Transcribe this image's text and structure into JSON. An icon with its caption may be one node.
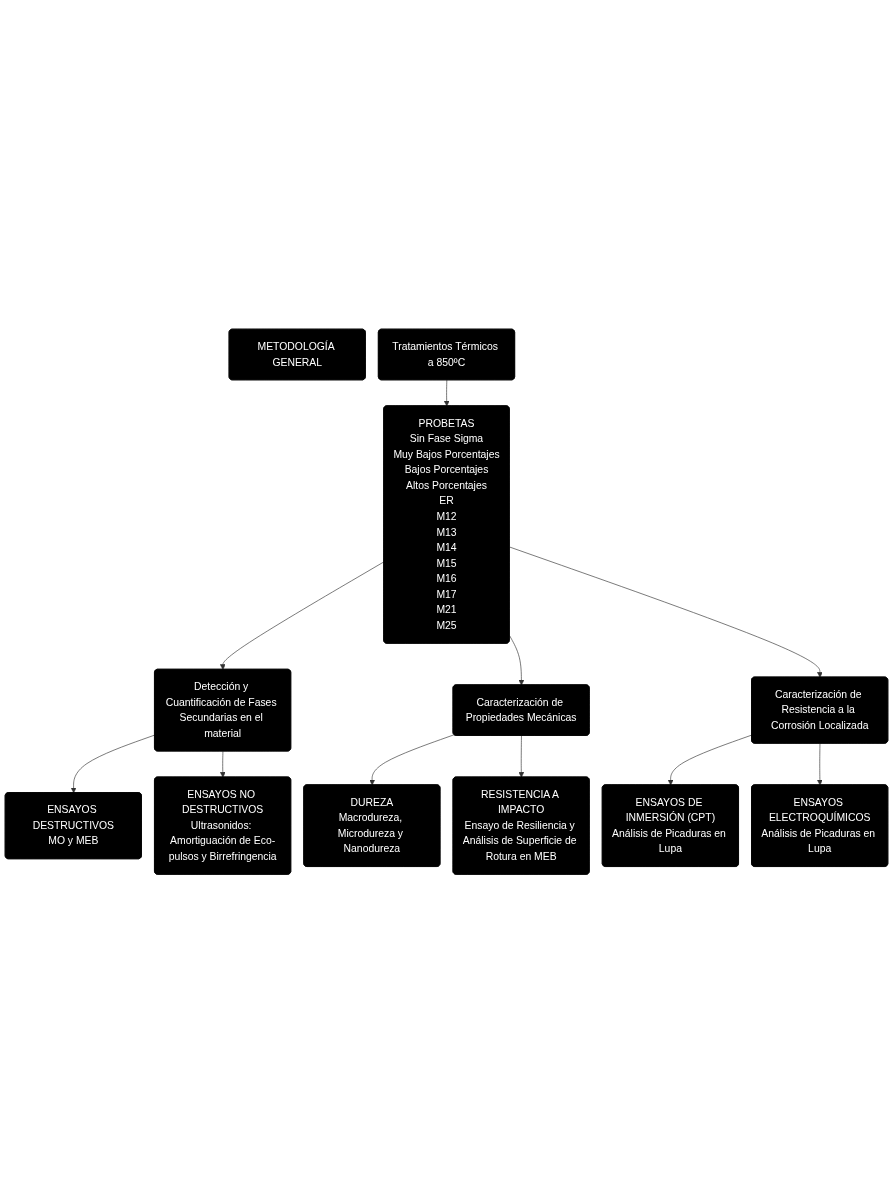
{
  "diagram": {
    "nodes": [
      {
        "text": [
          "METODOLOGÍA GENERAL"
        ]
      },
      {
        "text": [
          "Tratamientos Térmicos a 850ºC"
        ]
      },
      {
        "text": [
          "PROBETAS",
          "Sin Fase Sigma",
          "Muy Bajos Porcentajes",
          "Bajos Porcentajes",
          "Altos Porcentajes",
          "ER",
          "M12",
          "M13",
          "M14",
          "M15",
          "M16",
          "M17",
          "M21",
          "M25"
        ]
      },
      {
        "text": [
          "Detección y Cuantificación de Fases Secundarias en el material"
        ]
      },
      {
        "text": [
          "Caracterización de Propiedades Mecánicas"
        ]
      },
      {
        "text": [
          "Caracterización de Resistencia a la Corrosión Localizada"
        ]
      },
      {
        "text": [
          "ENSAYOS DESTRUCTIVOS",
          "MO y MEB"
        ]
      },
      {
        "text": [
          "ENSAYOS NO DESTRUCTIVOS",
          "Ultrasonidos: Amortiguación de Eco-pulsos y Birrefringencia"
        ]
      },
      {
        "text": [
          "DUREZA",
          "Macrodureza, Microdureza y Nanodureza"
        ]
      },
      {
        "text": [
          "RESISTENCIA A IMPACTO",
          "Ensayo de Resiliencia y Análisis de Superficie de Rotura en MEB"
        ]
      },
      {
        "text": [
          "ENSAYOS DE INMERSIÓN (CPT)",
          "Análisis de Picaduras en Lupa"
        ]
      },
      {
        "text": [
          "ENSAYOS ELECTROQUÍMICOS",
          "Análisis de Picaduras en Lupa"
        ]
      }
    ],
    "edges": [
      {
        "from": 1,
        "to": 2,
        "arrow": "to"
      },
      {
        "from": 2,
        "to": 3,
        "arrow": "to"
      },
      {
        "from": 2,
        "to": 4,
        "arrow": "to"
      },
      {
        "from": 2,
        "to": 5,
        "arrow": "to"
      },
      {
        "from": 3,
        "to": 6,
        "arrow": "to"
      },
      {
        "from": 3,
        "to": 7,
        "arrow": "to"
      },
      {
        "from": 4,
        "to": 8,
        "arrow": "to"
      },
      {
        "from": 4,
        "to": 9,
        "arrow": "to"
      },
      {
        "from": 5,
        "to": 10,
        "arrow": "to"
      },
      {
        "from": 5,
        "to": 11,
        "arrow": "to"
      }
    ]
  }
}
